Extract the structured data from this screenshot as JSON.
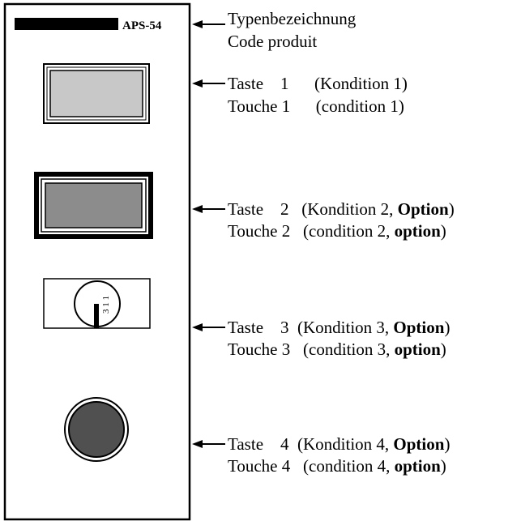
{
  "panel": {
    "model_label": "APS-54"
  },
  "switch3": {
    "dial_marks": "3 1 1"
  },
  "annotations": {
    "type_de": "Typenbezeichnung",
    "type_fr": "Code produit",
    "key1_de": "Taste    1      (Kondition 1)",
    "key1_fr": "Touche 1      (condition 1)",
    "key2_de_prefix": "Taste    2   (Kondition 2, ",
    "key2_de_bold": "Option",
    "key2_de_suffix": ")",
    "key2_fr_prefix": "Touche 2   (condition 2, ",
    "key2_fr_bold": "option",
    "key2_fr_suffix": ")",
    "key3_de_prefix": "Taste    3  (Kondition 3, ",
    "key3_de_bold": "Option",
    "key3_de_suffix": ")",
    "key3_fr_prefix": "Touche 3   (condition 3, ",
    "key3_fr_bold": "option",
    "key3_fr_suffix": ")",
    "key4_de_prefix": "Taste    4  (Kondition 4, ",
    "key4_de_bold": "Option",
    "key4_de_suffix": ")",
    "key4_fr_prefix": "Touche 4   (condition 4, ",
    "key4_fr_bold": "option",
    "key4_fr_suffix": ")"
  },
  "colors": {
    "line": "#000000",
    "key_light": "#c8c8c8",
    "key_mid": "#8c8c8c",
    "key_dark": "#505050"
  }
}
